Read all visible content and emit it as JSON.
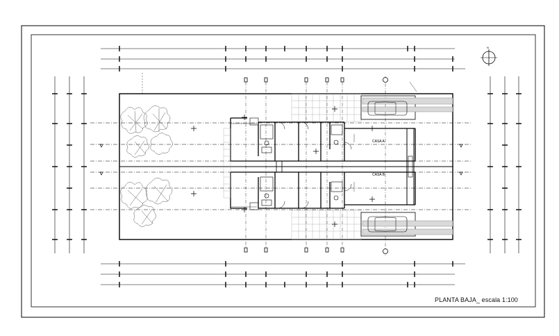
{
  "drawing": {
    "caption": "PLANTA BAJA_ escala 1:100",
    "units": [
      {
        "label": "CASA A"
      },
      {
        "label": "CASA B"
      }
    ],
    "north_symbol": "north-arrow-icon"
  }
}
